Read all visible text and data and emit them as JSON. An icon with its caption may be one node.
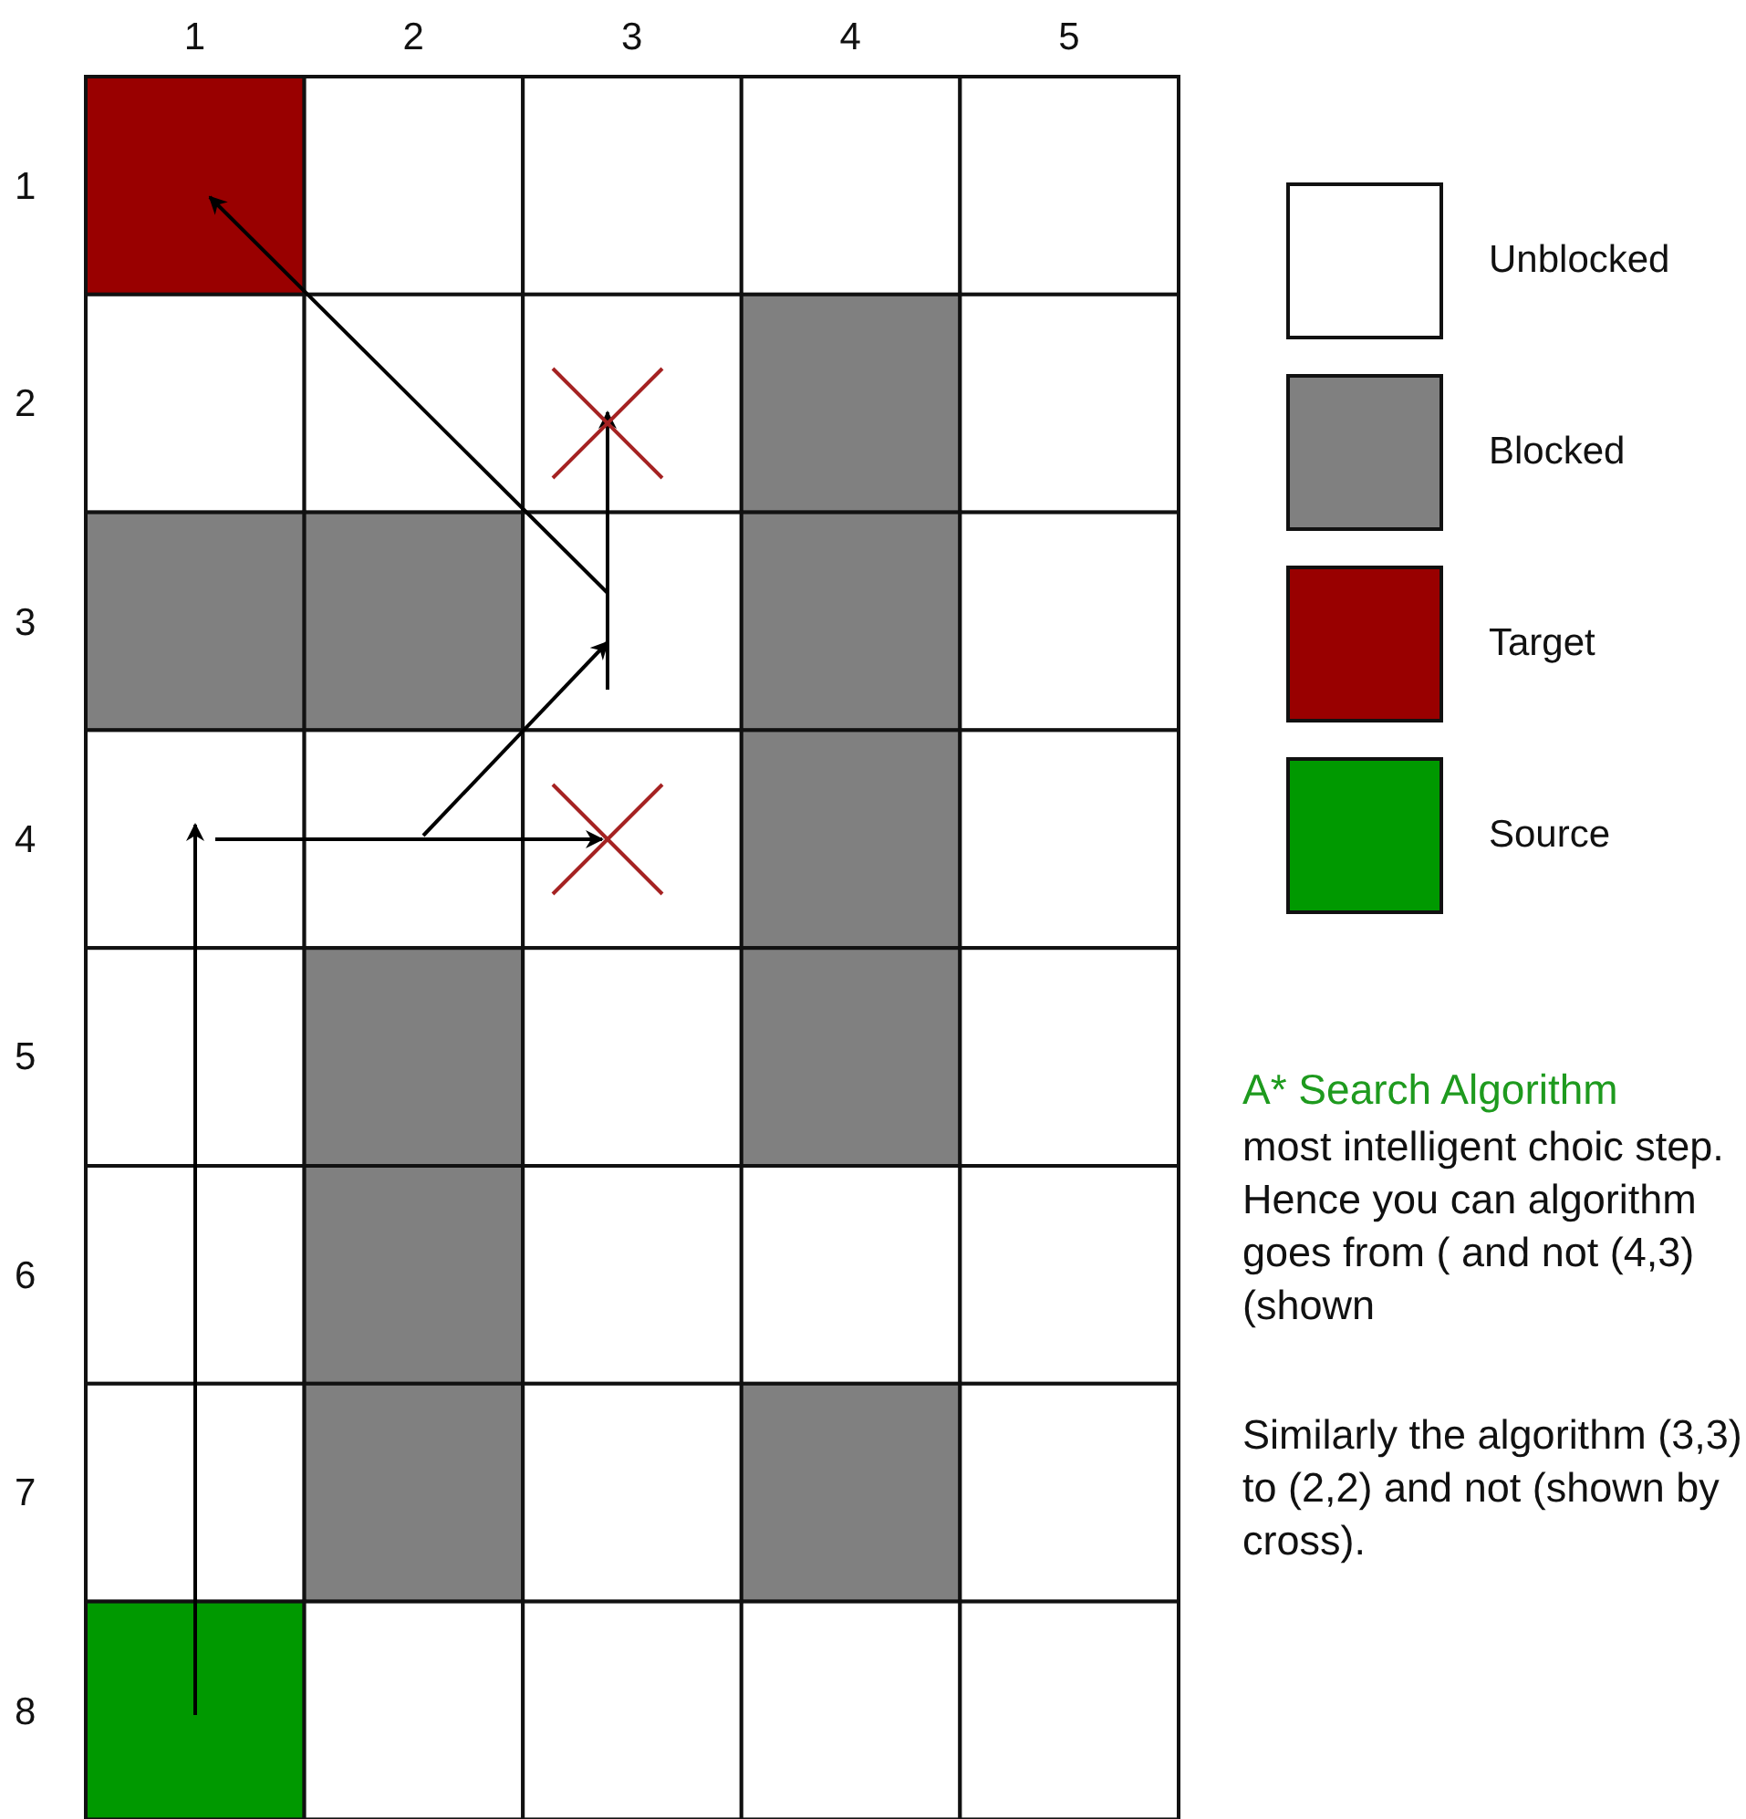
{
  "diagram": {
    "labels": [
      "1",
      "2",
      "3",
      "4",
      "5",
      "1",
      "2",
      "3",
      "4",
      "5",
      "6",
      "7",
      "8",
      "A* Search Algorithm",
      "most intelligent choic step. Hence you can algorithm goes from ( and not (4,3) (shown",
      "Similarly the algorithm (3,3) to (2,2) and not (shown by cross)."
    ],
    "legend": [
      {
        "text": "Unblocked",
        "color": "#ffffff"
      },
      {
        "text": "Blocked",
        "color": "#808080"
      },
      {
        "text": "Target",
        "color": "#990000"
      },
      {
        "text": "Source",
        "color": "#009900"
      }
    ]
  }
}
